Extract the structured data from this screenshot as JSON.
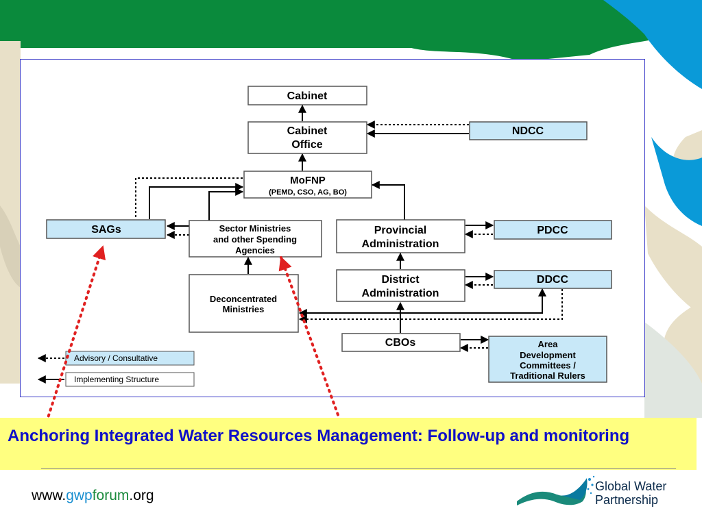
{
  "diagram": {
    "boxes": {
      "cabinet": "Cabinet",
      "cabinet_office": [
        "Cabinet",
        "Office"
      ],
      "ndcc": "NDCC",
      "mofnp": "MoFNP",
      "mofnp_sub": "(PEMD, CSO, AG, BO)",
      "sags": "SAGs",
      "sector_ministries": [
        "Sector Ministries",
        "and other Spending",
        "Agencies"
      ],
      "provincial_admin": [
        "Provincial",
        "Administration"
      ],
      "pdcc": "PDCC",
      "deconcentrated": [
        "Deconcentrated",
        "Ministries"
      ],
      "district_admin": [
        "District",
        "Administration"
      ],
      "ddcc": "DDCC",
      "cbos": "CBOs",
      "adc": [
        "Area",
        "Development",
        "Committees /",
        "Traditional Rulers"
      ]
    },
    "legend": {
      "advisory": "Advisory / Consultative",
      "implementing": "Implementing Structure"
    },
    "colors": {
      "highlight_box": "#c8e8f8",
      "plain_box": "#ffffff",
      "pointer": "#e02020"
    }
  },
  "caption": "Anchoring Integrated Water Resources Management: Follow-up and monitoring",
  "footer": {
    "url_prefix": "www.",
    "url_gwp": "gwp",
    "url_forum": "forum",
    "url_suffix": ".org",
    "logo_line1": "Global Water",
    "logo_line2": "Partnership"
  }
}
